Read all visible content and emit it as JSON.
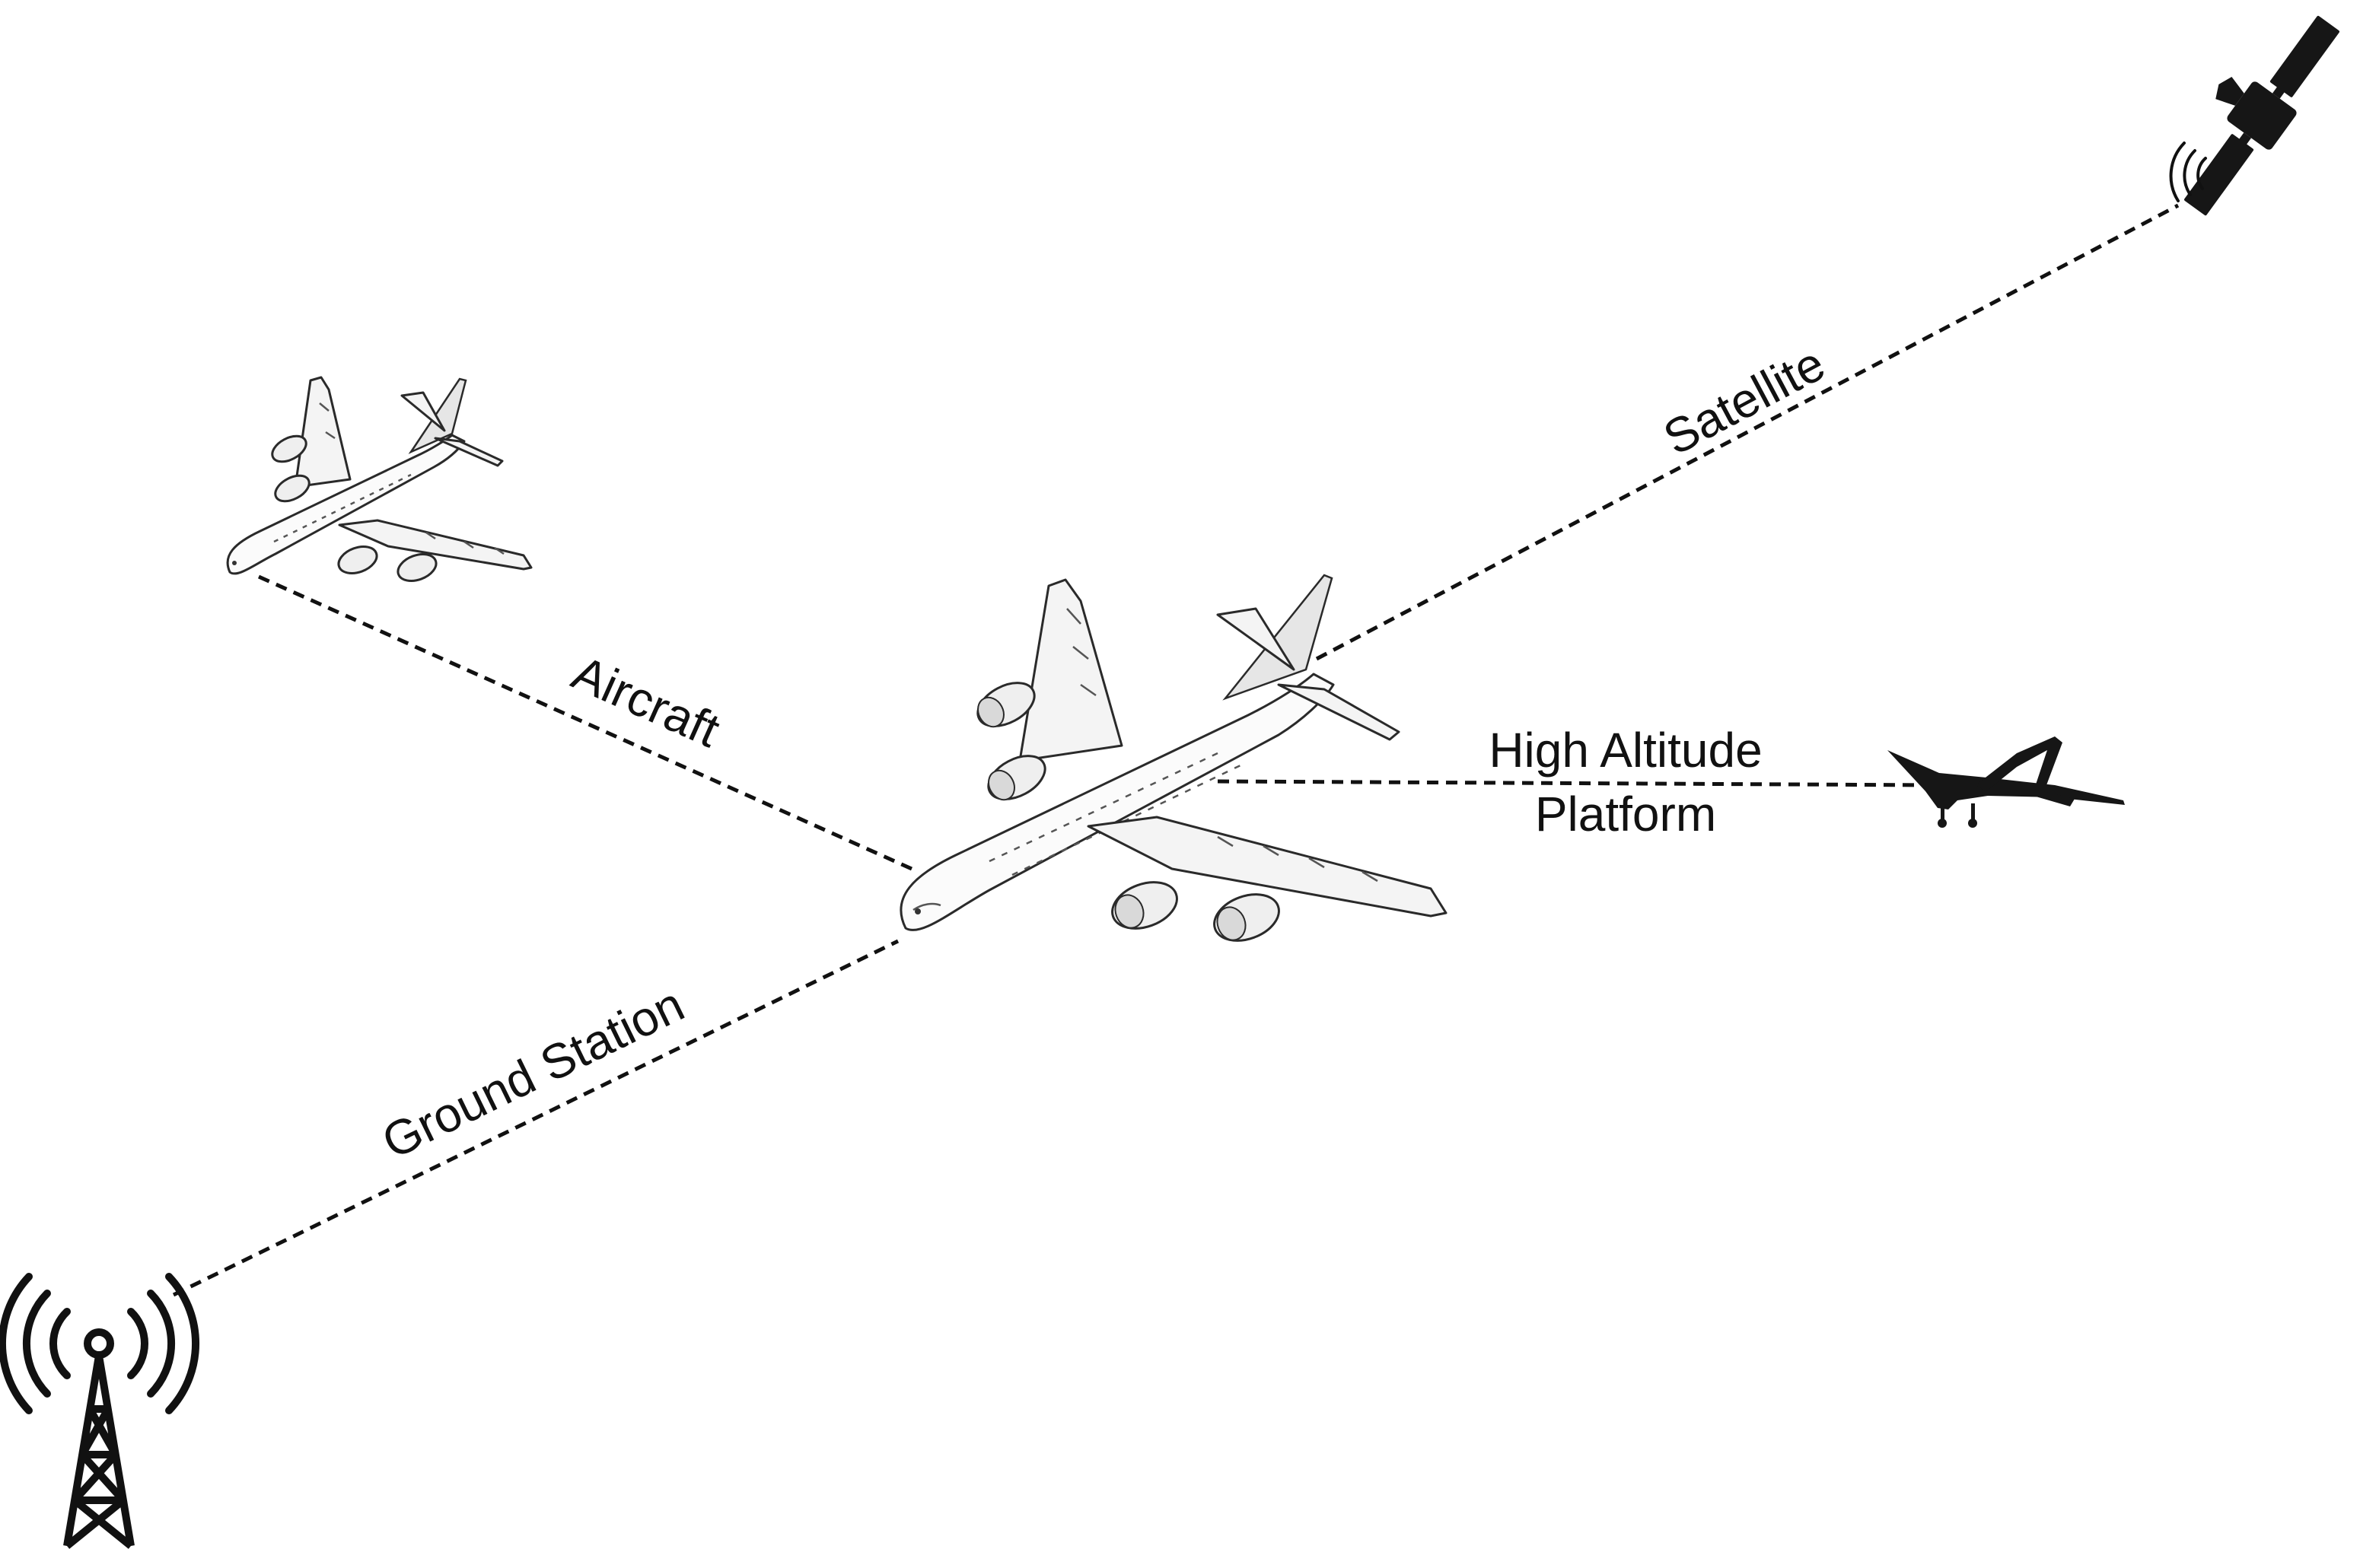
{
  "links": {
    "satellite": "Satellite",
    "aircraft": "Aircraft",
    "hap_line1": "High Altitude",
    "hap_line2": "Platform",
    "ground": "Ground Station"
  },
  "colors": {
    "line": "#111111",
    "silhouette": "#161616",
    "aircraft_fill": "#fbfbfb"
  },
  "icons": {
    "satellite": "satellite-icon",
    "drone": "drone-icon",
    "tower": "radio-tower-icon",
    "main_aircraft": "airliner-icon",
    "peer_aircraft": "airliner-icon"
  }
}
